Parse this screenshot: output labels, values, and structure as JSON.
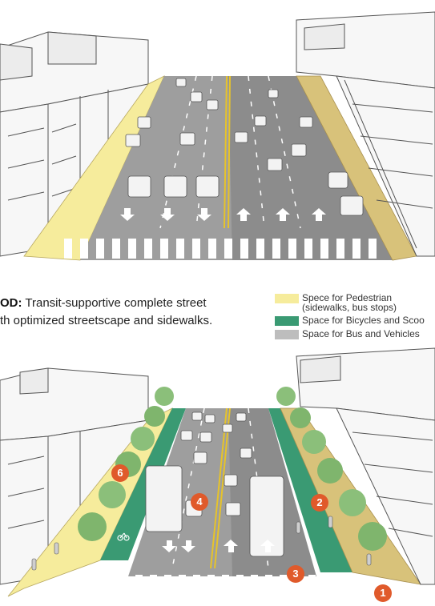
{
  "caption": {
    "label": "OD:",
    "text": " Transit-supportive complete street",
    "line2": "th optimized streetscape and sidewalks."
  },
  "legend": [
    {
      "text": "Spece for Pedestrian",
      "text2": "(sidewalks, bus stops)",
      "color": "#f6ec9c"
    },
    {
      "text": "Space for Bicycles and Scoo",
      "text2": "",
      "color": "#3a9a73"
    },
    {
      "text": "Space for Bus and Vehicles",
      "text2": "",
      "color": "#bdbdbd"
    }
  ],
  "markers": [
    "6",
    "4",
    "2",
    "3",
    "1"
  ],
  "colors": {
    "pedestrian": "#f6ec9c",
    "pedestrian_dark": "#d8c27a",
    "bike": "#3a9a73",
    "road": "#9e9e9e",
    "road_shadow": "#7d7d7d",
    "marker": "#e05a2b",
    "centerline": "#e6c32b"
  }
}
